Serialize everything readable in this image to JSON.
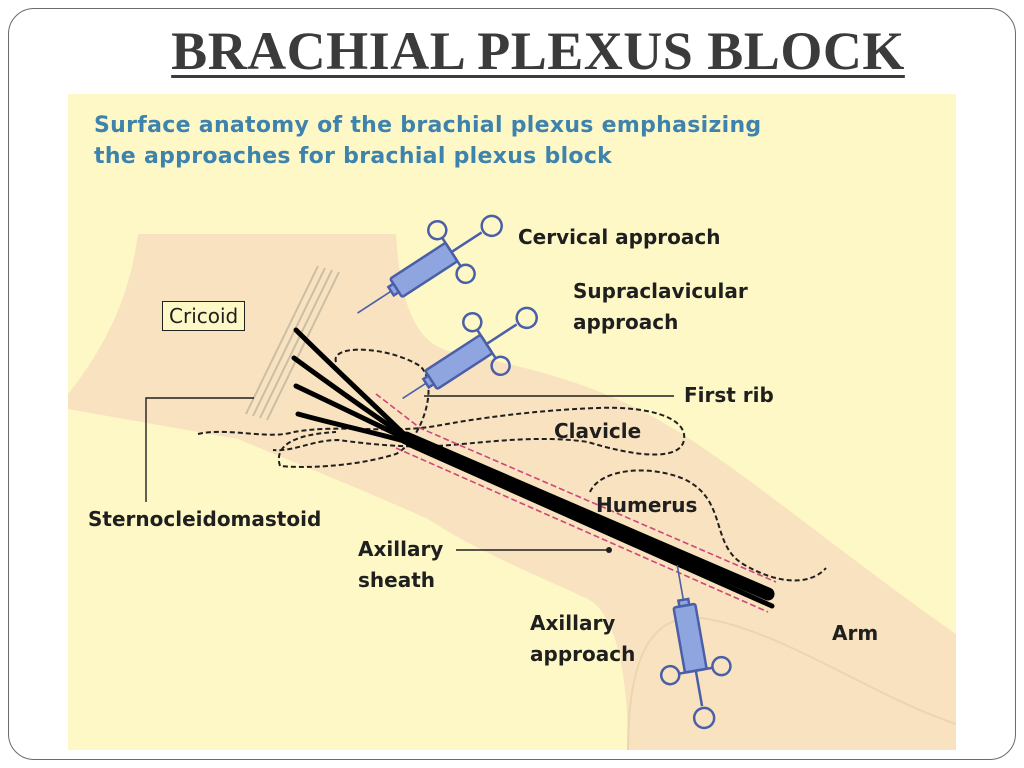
{
  "slide": {
    "title": "BRACHIAL PLEXUS BLOCK"
  },
  "figure": {
    "caption": "Surface anatomy of the brachial plexus emphasizing\nthe approaches for brachial plexus block",
    "labels": {
      "cervical_approach": "Cervical approach",
      "supraclavicular_approach": "Supraclavicular\napproach",
      "first_rib": "First rib",
      "clavicle": "Clavicle",
      "cricoid": "Cricoid",
      "sternocleidomastoid": "Sternocleidomastoid",
      "humerus": "Humerus",
      "axillary_sheath": "Axillary\nsheath",
      "axillary_approach": "Axillary\napproach",
      "arm": "Arm"
    },
    "colors": {
      "background": "#fdf8c6",
      "skin": "#f8e2bf",
      "caption": "#3d83ad",
      "syringe": "#8fa5e0",
      "sheath_dash": "#d0467a",
      "nerves": "#000000"
    }
  }
}
